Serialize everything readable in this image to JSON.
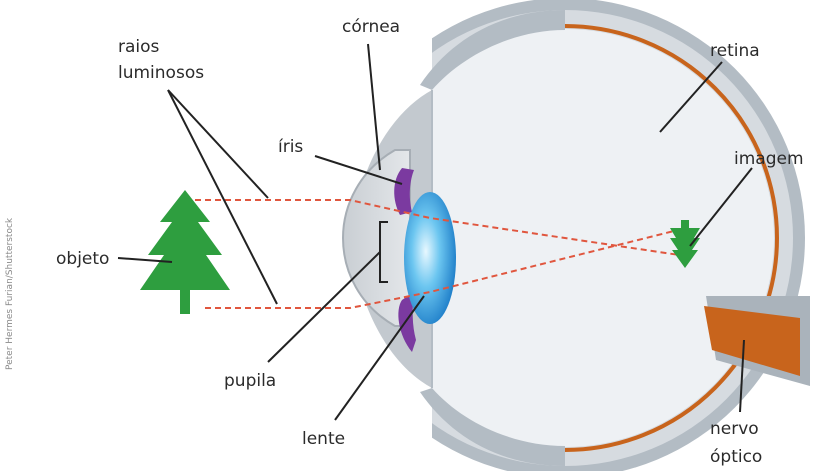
{
  "labels": {
    "raios_line1": "raios",
    "raios_line2": "luminosos",
    "cornea": "córnea",
    "retina": "retina",
    "iris": "íris",
    "imagem": "imagem",
    "objeto": "objeto",
    "pupila": "pupila",
    "lente": "lente",
    "nervo_line1": "nervo",
    "nervo_line2": "óptico"
  },
  "credit": "Peter Hermes Furian/Shutterstock",
  "colors": {
    "tree": "#2e9e3f",
    "light_ray": "#e0563e",
    "retina": "#c8641c",
    "optic_nerve": "#c8641c",
    "iris": "#7b3aa0",
    "lens": "#2f8fd8",
    "eye_interior": "#eef1f4",
    "eye_outer": "#aab3bb"
  }
}
